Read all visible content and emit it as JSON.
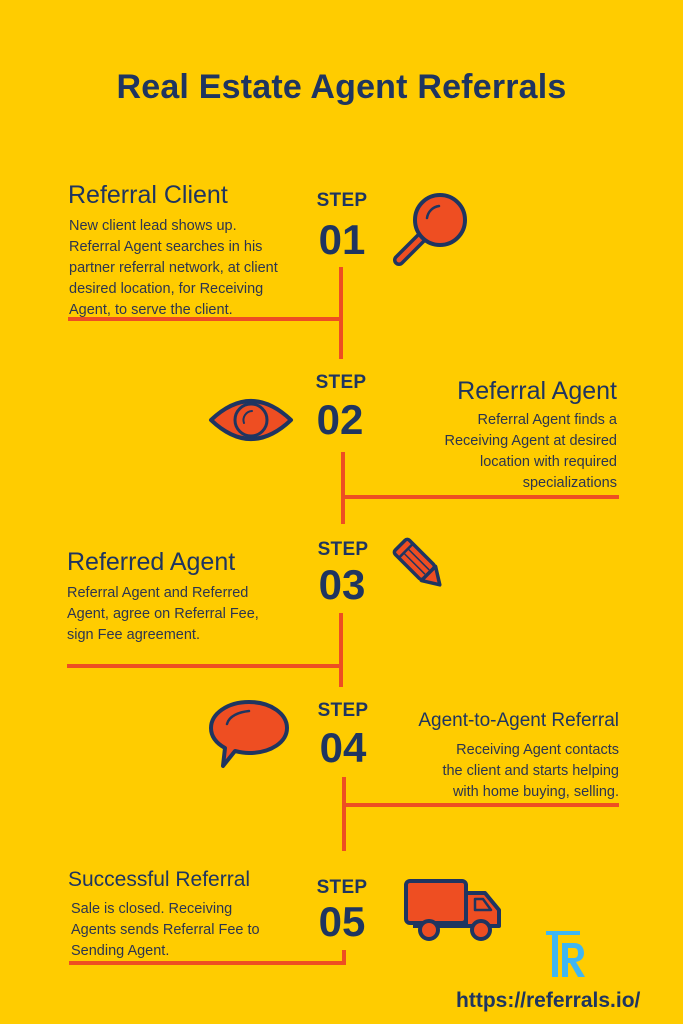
{
  "title": "Real Estate Agent Referrals",
  "colors": {
    "background": "#FFCC00",
    "navy": "#1F3560",
    "accent_orange": "#EE4E22",
    "logo_blue": "#3FB6F2"
  },
  "steps": [
    {
      "label": "STEP",
      "number": "01",
      "heading": "Referral Client",
      "description_lines": [
        "New client lead shows up.",
        "Referral Agent searches in his",
        "partner referral network, at client",
        "desired location, for Receiving",
        "Agent, to serve the client."
      ],
      "icon": "magnifying-glass-icon",
      "side": "left"
    },
    {
      "label": "STEP",
      "number": "02",
      "heading": "Referral Agent",
      "description_lines": [
        "Referral Agent finds a",
        "Receiving Agent at desired",
        "location with required",
        "specializations"
      ],
      "icon": "eye-icon",
      "side": "right"
    },
    {
      "label": "STEP",
      "number": "03",
      "heading": "Referred Agent",
      "description_lines": [
        "Referral Agent and Referred",
        "Agent, agree on Referral Fee,",
        "sign Fee agreement."
      ],
      "icon": "pencil-icon",
      "side": "left"
    },
    {
      "label": "STEP",
      "number": "04",
      "heading": "Agent-to-Agent Referral",
      "description_lines": [
        "Receiving Agent contacts",
        "the client and starts helping",
        "with home buying, selling."
      ],
      "icon": "speech-bubble-icon",
      "side": "right"
    },
    {
      "label": "STEP",
      "number": "05",
      "heading": "Successful Referral",
      "description_lines": [
        "Sale is closed. Receiving",
        "Agents sends Referral Fee to",
        "Sending Agent."
      ],
      "icon": "delivery-truck-icon",
      "side": "left"
    }
  ],
  "footer": {
    "logo": "referrals-logo-icon",
    "url": "https://referrals.io/"
  }
}
